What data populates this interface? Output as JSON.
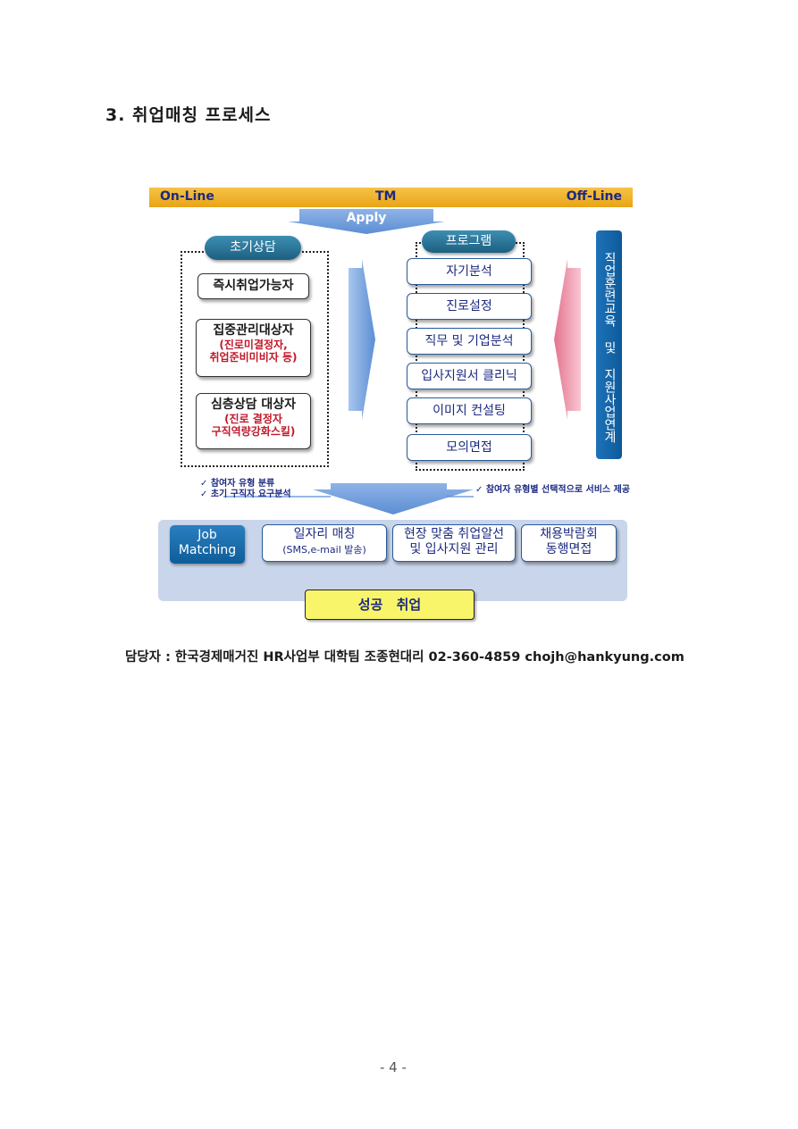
{
  "section_title": "3. 취업매칭 프로세스",
  "channel_bar": {
    "left": "On-Line",
    "center": "TM",
    "right": "Off-Line"
  },
  "apply_label": "Apply",
  "initial_counseling": {
    "header": "초기상담",
    "items": [
      {
        "title": "즉시취업가능자",
        "sub1": "",
        "sub2": ""
      },
      {
        "title": "집중관리대상자",
        "sub1": "(진로미결정자,",
        "sub2": "취업준비미비자 등)"
      },
      {
        "title": "심층상담 대상자",
        "sub1": "(진로 결정자",
        "sub2": "구직역량강화스킬)"
      }
    ]
  },
  "program": {
    "header": "프로그램",
    "items": [
      "자기분석",
      "진로설정",
      "직무 및 기업분석",
      "입사지원서 클리닉",
      "이미지 컨설팅",
      "모의면접"
    ]
  },
  "vertical_label": "직업훈련교육 및 지원사업연계",
  "notes_left": [
    "✓ 참여자 유형 분류",
    "✓ 초기 구직자 요구분석"
  ],
  "note_right": "✓ 참여자 유형별 선택적으로 서비스 제공",
  "job_matching": {
    "label_line1": "Job",
    "label_line2": "Matching",
    "steps": [
      {
        "line1": "일자리 매칭",
        "line2": "(SMS,e-mail 발송)"
      },
      {
        "line1": "현장 맞춤 취업알선",
        "line2": "및 입사지원 관리"
      },
      {
        "line1": "채용박람회",
        "line2": "동행면접"
      }
    ]
  },
  "success_label": "성공 취업",
  "contact": "담당자 : 한국경제매거진 HR사업부 대학팀 조종현대리 02-360-4859 chojh@hankyung.com",
  "page_number": "- 4 -",
  "colors": {
    "navy_text": "#1d2a80",
    "red_text": "#c0182a",
    "gold_bar": "#efb22c",
    "blue_arrow": "#6fa0dc",
    "pink_arrow": "#ea8aa2"
  }
}
